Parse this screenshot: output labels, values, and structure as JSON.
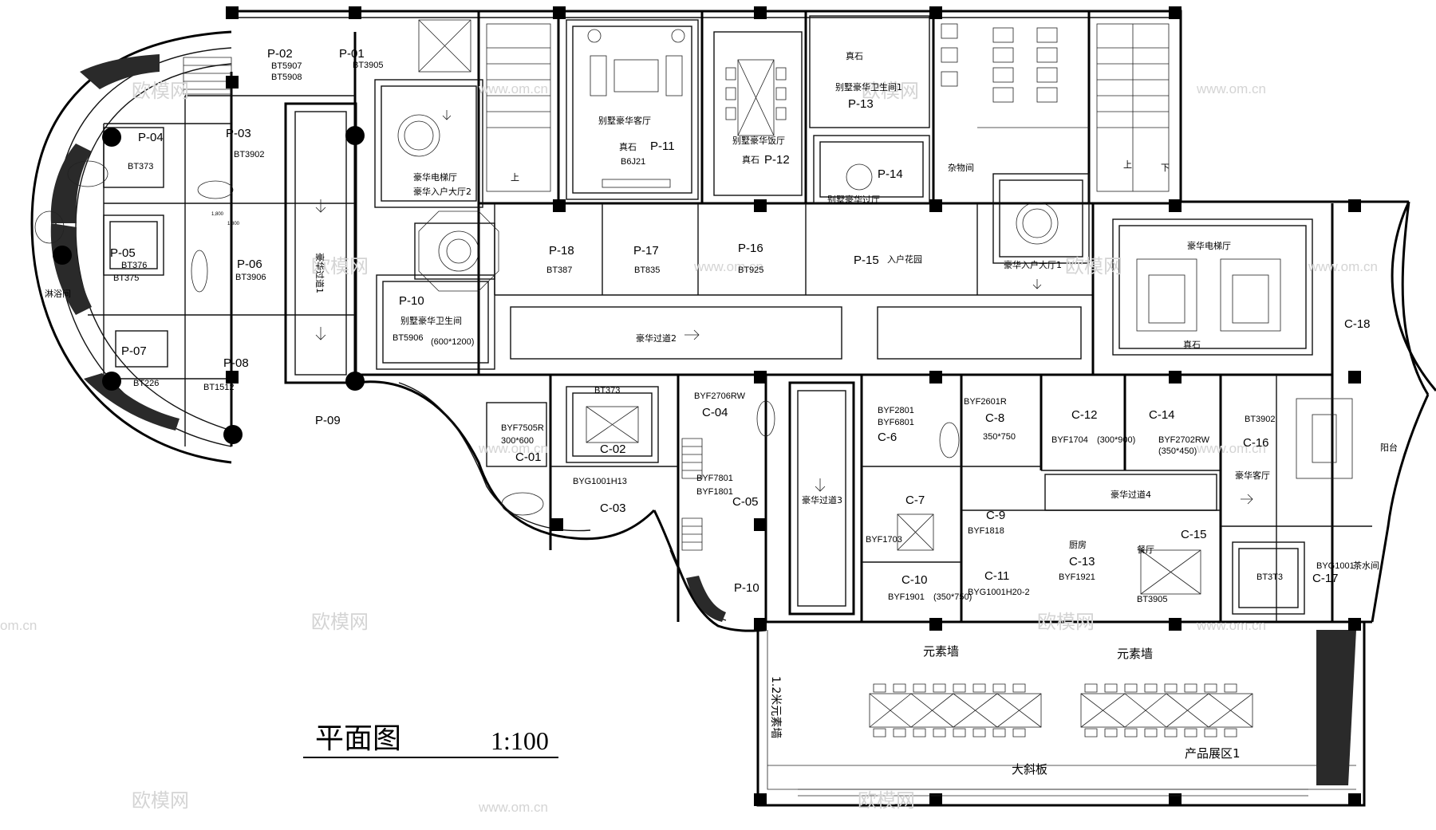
{
  "drawing": {
    "title": "平面图",
    "scale": "1:100"
  },
  "watermarks": {
    "brand": "欧模网",
    "site": "www.om.cn",
    "site_cut": "om.cn"
  },
  "rooms": [
    {
      "id": "P-01",
      "code": "BT3905"
    },
    {
      "id": "P-02",
      "code": "BT5907",
      "code2": "BT5908"
    },
    {
      "id": "P-03",
      "code": "BT3902"
    },
    {
      "id": "P-04",
      "code": "BT373"
    },
    {
      "id": "P-05",
      "code": "BT376",
      "code2": "BT375"
    },
    {
      "id": "P-06",
      "code": "BT3906"
    },
    {
      "id": "P-07",
      "code": "BT226"
    },
    {
      "id": "P-08",
      "code": "BT1512"
    },
    {
      "id": "P-09"
    },
    {
      "id": "P-10",
      "code": "BT5906",
      "note": "(600*1200)",
      "cn": "别墅豪华卫生间"
    },
    {
      "id": "P-10"
    },
    {
      "id": "P-11",
      "code": "B6J21",
      "cn": "别墅豪华客厅",
      "cn2": "真石"
    },
    {
      "id": "P-12",
      "cn": "别墅豪华饭厅",
      "cn2": "真石"
    },
    {
      "id": "P-13",
      "cn": "别墅豪华卫生间1",
      "cn2": "真石"
    },
    {
      "id": "P-14",
      "cn": "别墅豪华过厅"
    },
    {
      "id": "P-15",
      "cn": "入户花园"
    },
    {
      "id": "P-16",
      "code": "BT925"
    },
    {
      "id": "P-17",
      "code": "BT835"
    },
    {
      "id": "P-18",
      "code": "BT387"
    },
    {
      "id": "C-01",
      "code": "BYF7505R",
      "code2": "300*600"
    },
    {
      "id": "C-02",
      "code": "BT373"
    },
    {
      "id": "C-03",
      "code": "BYG1001H13"
    },
    {
      "id": "C-04",
      "code": "BYF2706RW"
    },
    {
      "id": "C-05",
      "code": "BYF7801",
      "code2": "BYF1801"
    },
    {
      "id": "C-6",
      "code": "BYF2801",
      "code2": "BYF6801"
    },
    {
      "id": "C-7",
      "code": "BYF1703"
    },
    {
      "id": "C-8",
      "code": "BYF2601R",
      "code2": "350*750"
    },
    {
      "id": "C-9",
      "code": "BYF1818"
    },
    {
      "id": "C-10",
      "code": "BYF1901",
      "note": "(350*750)"
    },
    {
      "id": "C-11",
      "code": "BYG1001H20-2"
    },
    {
      "id": "C-12",
      "code": "BYF1704",
      "note": "(300*900)"
    },
    {
      "id": "C-13",
      "code": "BYF1921",
      "cn": "厨房"
    },
    {
      "id": "C-14",
      "code": "BYF2702RW",
      "note": "(350*450)"
    },
    {
      "id": "C-15",
      "code": "BT3905",
      "cn": "餐厅"
    },
    {
      "id": "C-16",
      "code": "BT3902",
      "cn": "豪华客厅"
    },
    {
      "id": "C-17",
      "code": "BYG1001",
      "cn": "茶水间"
    },
    {
      "id": "C-18"
    },
    {
      "id": "BT3T3"
    }
  ],
  "labels": {
    "corridor1": "豪华过道1",
    "corridor2": "豪华过道2",
    "corridor3": "豪华过道3",
    "corridor4": "豪华过道4",
    "elevator_hall_2a": "豪华电梯厅",
    "elevator_hall_2b": "豪华入户大厅2",
    "entry_hall_1": "豪华入户大厅1",
    "elevator_hall_right": "豪华电梯厅",
    "stone_right": "真石",
    "storage": "杂物间",
    "shower": "淋浴间",
    "balcony": "阳台",
    "up": "上",
    "down": "下",
    "element_wall_a": "元素墙",
    "element_wall_b": "元素墙",
    "wall_12m": "1.2米元素墙",
    "slope": "大斜板",
    "product_area": "产品展区1",
    "dim_1": "1,800",
    "dim_2": "1,800"
  }
}
